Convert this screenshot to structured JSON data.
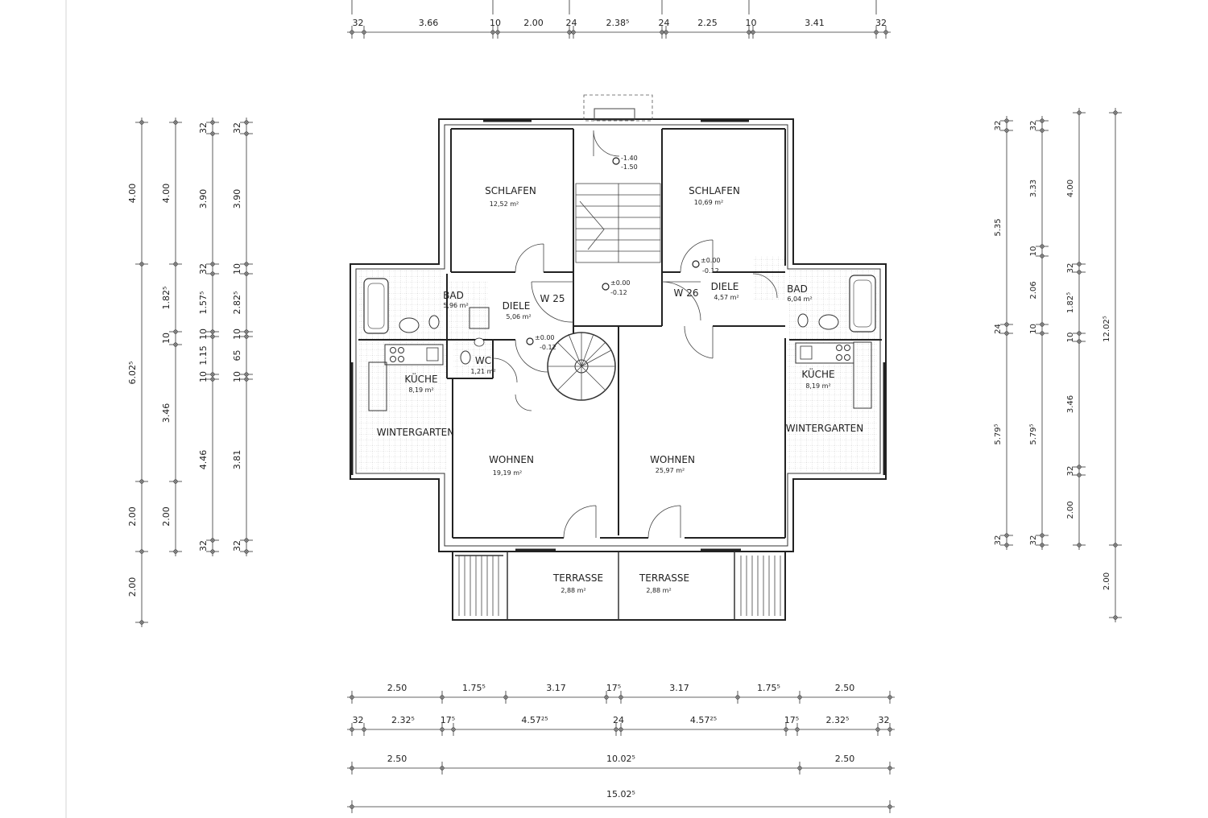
{
  "rooms": {
    "schlafen_left": {
      "name": "SCHLAFEN",
      "area": "12,52 m²"
    },
    "schlafen_right": {
      "name": "SCHLAFEN",
      "area": "10,69 m²"
    },
    "bad_left": {
      "name": "BAD",
      "area": "5,96 m²"
    },
    "bad_right": {
      "name": "BAD",
      "area": "6,04 m²"
    },
    "diele_left": {
      "name": "DIELE",
      "area": "5,06 m²"
    },
    "diele_right": {
      "name": "DIELE",
      "area": "4,57 m²"
    },
    "wc": {
      "name": "WC",
      "area": "1,21 m²"
    },
    "kueche_left": {
      "name": "KÜCHE",
      "area": "8,19 m²"
    },
    "kueche_right": {
      "name": "KÜCHE",
      "area": "8,19 m²"
    },
    "wintergarten_left": {
      "name": "WINTERGARTEN"
    },
    "wintergarten_right": {
      "name": "WINTERGARTEN"
    },
    "wohnen_left": {
      "name": "WOHNEN",
      "area": "19,19 m²"
    },
    "wohnen_right": {
      "name": "WOHNEN",
      "area": "25,97 m²"
    },
    "terrasse_left": {
      "name": "TERRASSE",
      "area": "2,88 m²"
    },
    "terrasse_right": {
      "name": "TERRASSE",
      "area": "2,88 m²"
    }
  },
  "units": {
    "left": "W 25",
    "right": "W 26"
  },
  "levels": {
    "entry_top": "-1.40",
    "entry_bottom": "-1.50",
    "stair_top": "±0.00",
    "stair_bottom": "-0.12",
    "diele_left_top": "±0.00",
    "diele_left_bottom": "-0.12",
    "diele_right_top": "±0.00",
    "diele_right_bottom": "-0.12"
  },
  "dims_top": [
    "32",
    "3.66",
    "10",
    "2.00",
    "24",
    "2.38⁵",
    "24",
    "2.25",
    "10",
    "3.41",
    "32"
  ],
  "dims_bottom_row1": [
    "2.50",
    "1.75⁵",
    "3.17",
    "17⁵",
    "3.17",
    "1.75⁵",
    "2.50"
  ],
  "dims_bottom_row2": [
    "32",
    "2.32⁵",
    "17⁵",
    "4.57²⁵",
    "24",
    "4.57²⁵",
    "17⁵",
    "2.32⁵",
    "32"
  ],
  "dims_bottom_row3": [
    "2.50",
    "10.02⁵",
    "2.50"
  ],
  "dims_bottom_row4": [
    "15.02⁵"
  ],
  "dims_left_col1": [
    "4.00",
    "6.02⁵",
    "2.00",
    "2.00"
  ],
  "dims_left_col2": [
    "4.00",
    "1.82⁵",
    "10",
    "3.46",
    "2.00"
  ],
  "dims_left_col3": [
    "32",
    "3.90",
    "32",
    "1.57⁵",
    "10",
    "1.15",
    "10",
    "4.46",
    "32"
  ],
  "dims_left_col4": [
    "32",
    "3.90",
    "10",
    "2.82⁵",
    "10",
    "65",
    "10",
    "3.81",
    "32"
  ],
  "dims_right_col1": [
    "32",
    "5.35",
    "24",
    "5.79⁵",
    "32"
  ],
  "dims_right_col2": [
    "32",
    "3.33",
    "10",
    "2.06",
    "10",
    "5.79⁵",
    "32"
  ],
  "dims_right_col3": [
    "4.00",
    "32",
    "1.82⁵",
    "10",
    "3.46",
    "32",
    "2.00"
  ],
  "dims_right_col4": [
    "12.02⁵",
    "2.00"
  ]
}
